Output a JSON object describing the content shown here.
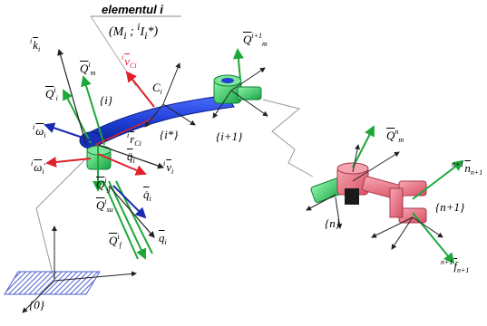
{
  "header": {
    "title": "elementul i",
    "formula": "(M_i ; ^i I_i*)"
  },
  "labels": {
    "k_i": "k",
    "k_i_pre": "i",
    "k_i_sub": "i",
    "Q_m": "Q",
    "Q_m_sup": "i",
    "Q_m_sub": "m",
    "Q_i": "Q",
    "Q_i_sup": "i",
    "Q_i_sub": "i",
    "v_Ci": "v",
    "v_Ci_pre": "i",
    "v_Ci_sub": "Ci",
    "C_i": "C",
    "C_i_sub": "i",
    "brace_i": "{i}",
    "omega_i": "ω",
    "omega_i_pre": "i",
    "omega_i_sub": "i",
    "r_Ci": "r",
    "r_Ci_pre": "i",
    "r_Ci_sub": "Ci",
    "brace_istar": "{i*}",
    "brace_i1": "{i+1}",
    "omegadot_i": "ω̇",
    "omegadot_i_pre": "i",
    "omegadot_i_sub": "i",
    "qdd_i": "q̈",
    "qdd_i_sub": "i",
    "v_i": "v",
    "v_i_pre": "i",
    "v_i_sub": "i",
    "Q_g": "Q",
    "Q_g_sup": "i",
    "Q_g_sub": "g",
    "Q_su": "Q",
    "Q_su_sup": "i",
    "Q_su_sub": "su",
    "qd_i": "q̇",
    "qd_i_sub": "i",
    "Q_f": "Q",
    "Q_f_sup": "i",
    "Q_f_sub": "f",
    "q_i": "q",
    "q_i_sub": "i",
    "Q_m_next": "Q",
    "Q_m_next_sup": "i+1",
    "Q_m_next_sub": "m",
    "Q_m_n": "Q",
    "Q_m_n_sup": "n",
    "Q_m_n_sub": "m",
    "n_n1": "n",
    "n_n1_pre": "n+1",
    "n_n1_sub": "n+1",
    "brace_n1": "{n+1}",
    "brace_n": "{n}",
    "f_n1": "f",
    "f_n1_pre": "n+1",
    "f_n1_sub": "n+1",
    "brace_0": "{0}"
  },
  "colors": {
    "link_blue": "#1f3fd6",
    "joint_green": "#2fd36a",
    "end_pink": "#ec7c8c",
    "red_vector": "#e0202a",
    "green_vector": "#1fa83a",
    "blue_vector": "#1a2ab0",
    "base_hatch": "#4e5fd0"
  }
}
